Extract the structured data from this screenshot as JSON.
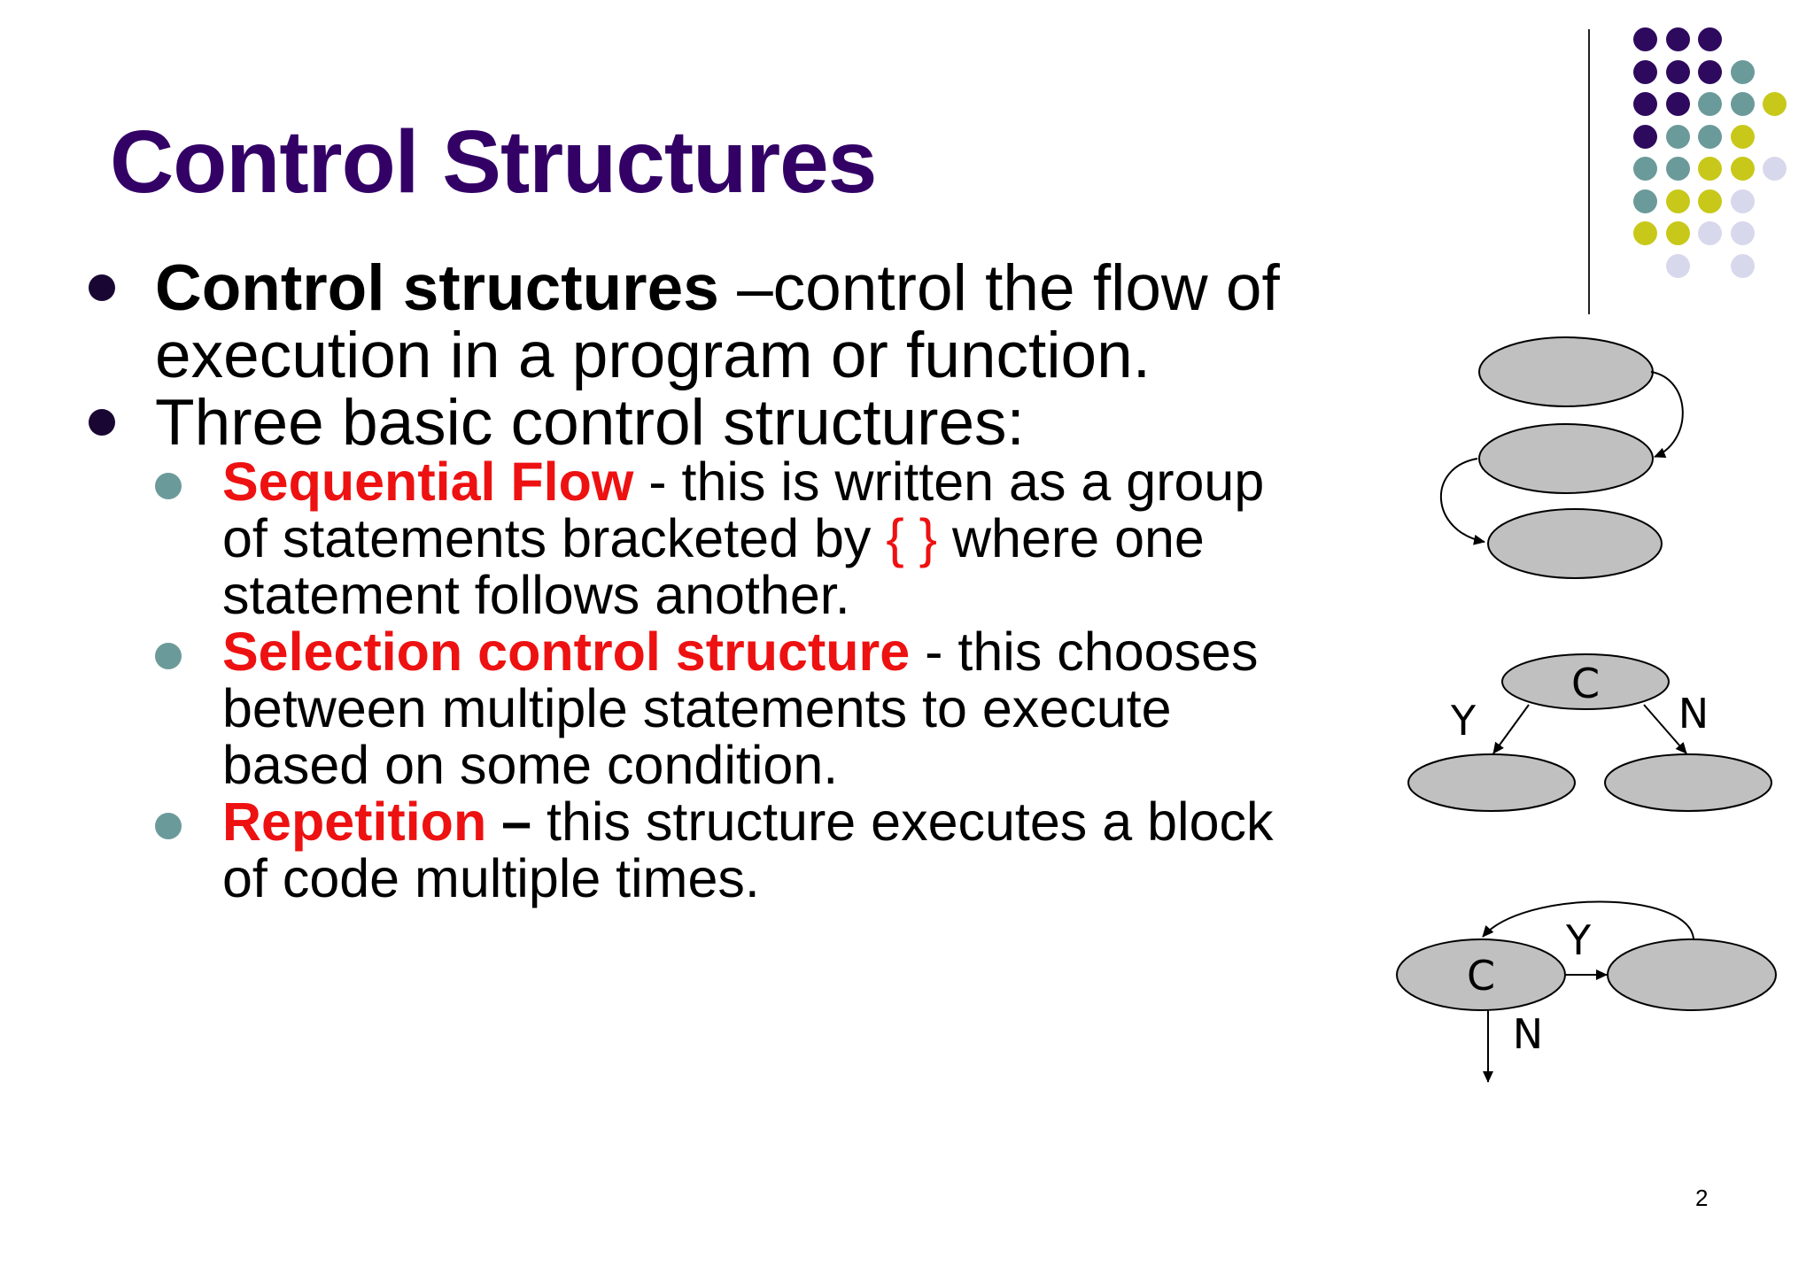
{
  "slide": {
    "title": "Control Structures",
    "bullets": [
      {
        "bold": "Control structures",
        "text_line1": " –control the flow of",
        "text_line2": "execution in a program or function."
      },
      {
        "text": "Three basic control structures:",
        "sub_bullets": [
          {
            "highlight": "Sequential Flow",
            "line1": " - this is written as a group",
            "line2_pre": "of statements bracketed by ",
            "braces": "{  }",
            "line2_post": " where one",
            "line3": "statement follows another."
          },
          {
            "highlight": "Selection control structure",
            "line1": " - this chooses",
            "line2": "between multiple statements to execute",
            "line3": "based on some condition."
          },
          {
            "highlight": "Repetition",
            "dash": " –",
            "line1": " this structure executes a block",
            "line2": "of code multiple times."
          }
        ]
      }
    ],
    "page_number": "2"
  },
  "diagrams": {
    "selection": {
      "condition": "C",
      "yes": "Y",
      "no": "N"
    },
    "repetition": {
      "condition": "C",
      "yes": "Y",
      "no": "N"
    }
  },
  "colors": {
    "title": "#330066",
    "highlight": "#ee1111",
    "bullet_primary": "#1a0633",
    "bullet_secondary": "#6b9a9a",
    "decor_purple": "#2e0a5e",
    "decor_teal": "#6b9a9a",
    "decor_yellow": "#c8c81a",
    "decor_lavender": "#d8d8ec"
  }
}
